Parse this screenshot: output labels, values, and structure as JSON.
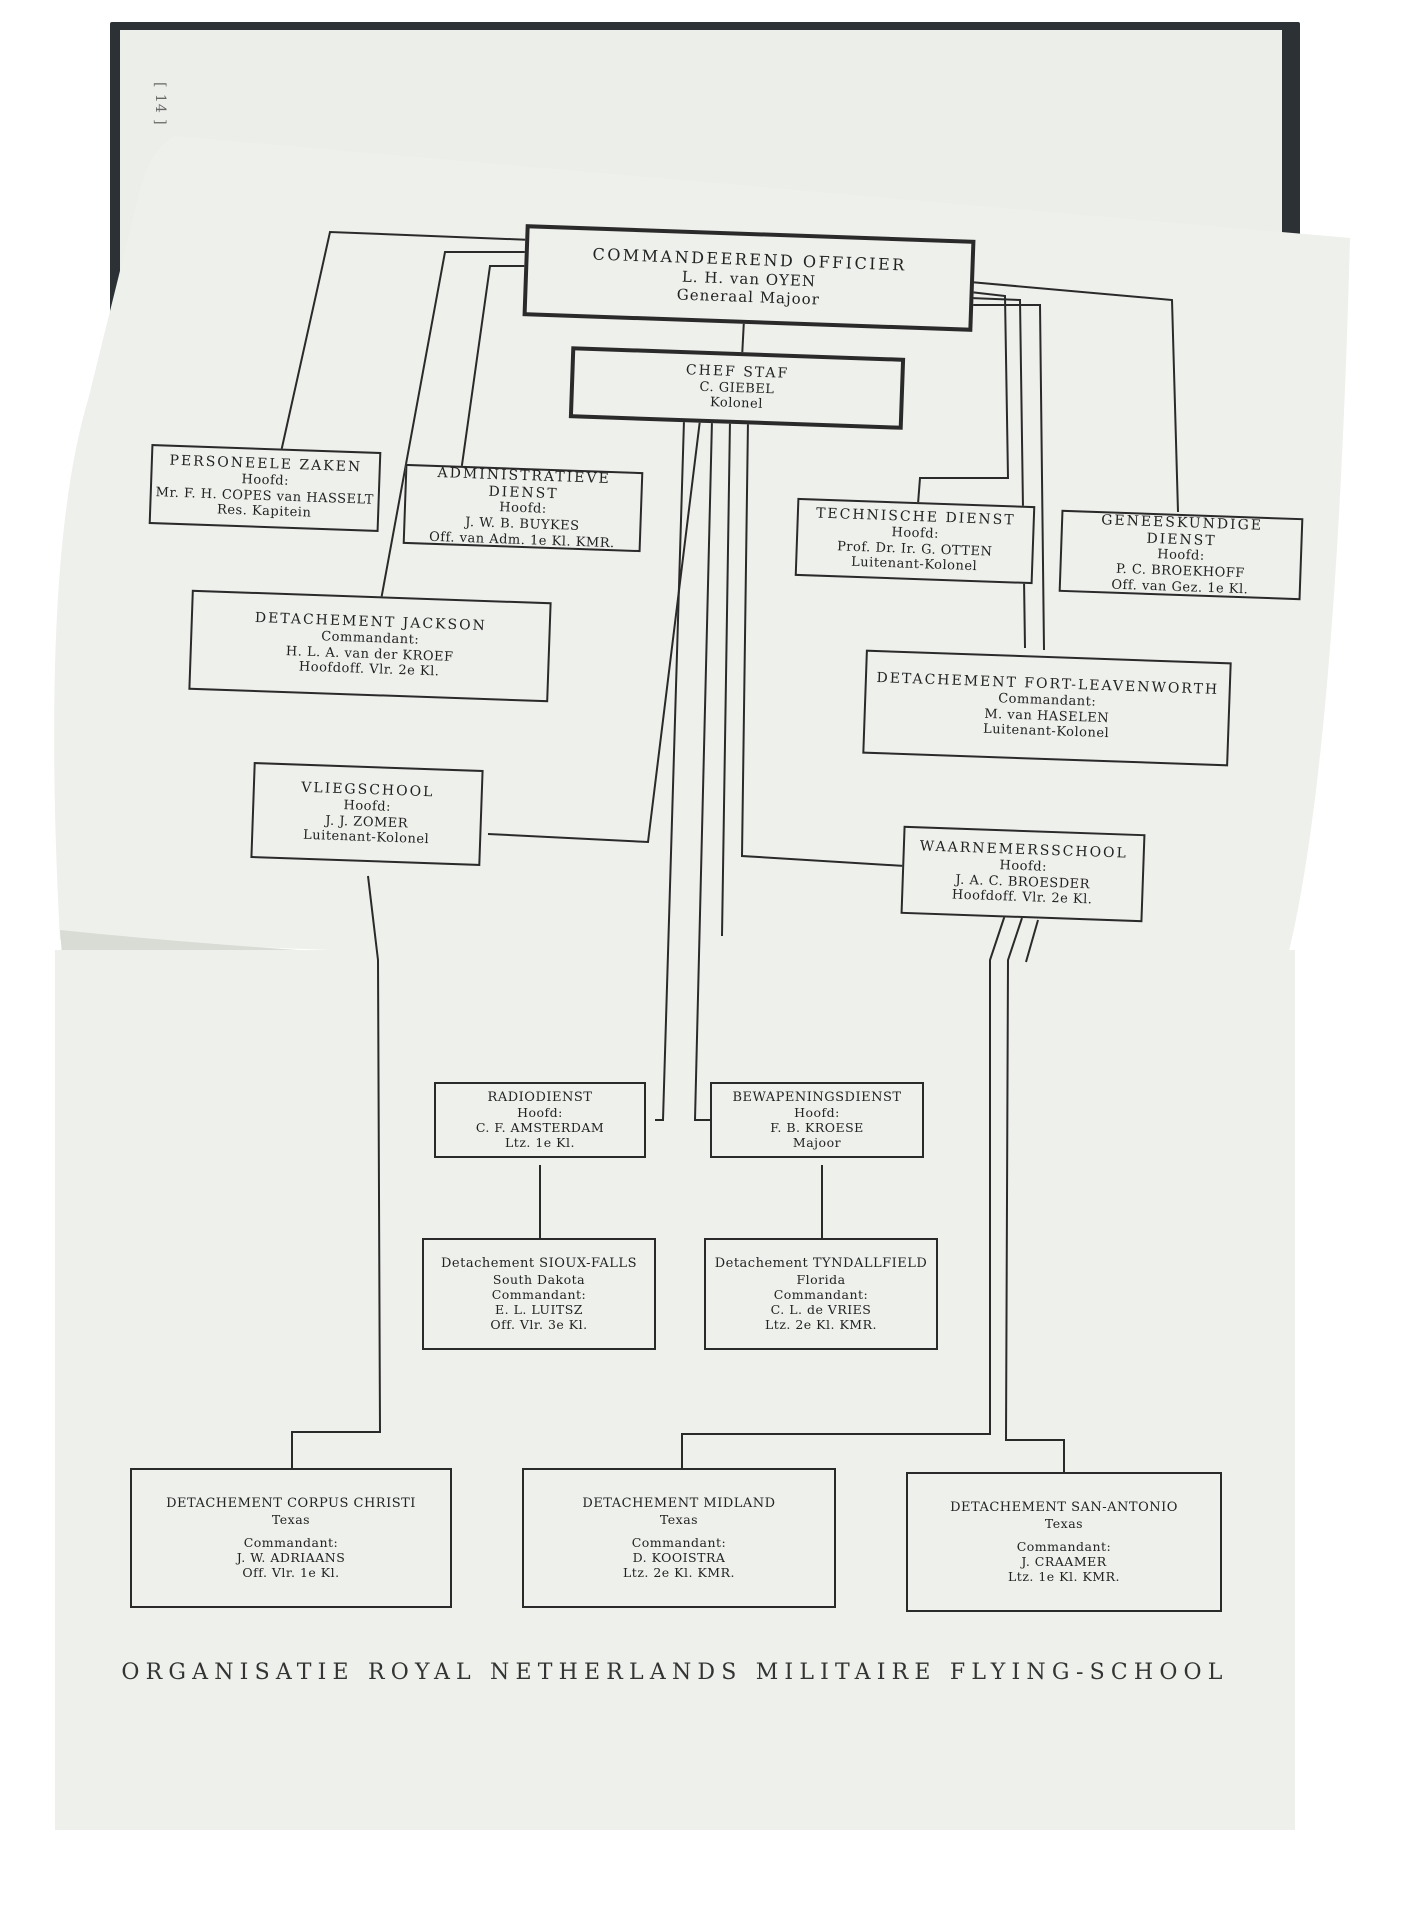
{
  "page_number": "[ 14 ]",
  "footer_title": "ORGANISATIE ROYAL NETHERLANDS MILITAIRE FLYING-SCHOOL",
  "colors": {
    "paper": "#eef0ec",
    "line": "#2a2a2a",
    "cover": "#2b3135"
  },
  "nodes": {
    "commandeerend": {
      "title": "COMMANDEEREND OFFICIER",
      "lines": [
        "L. H. van OYEN",
        "Generaal Majoor"
      ]
    },
    "chef_staf": {
      "title": "CHEF STAF",
      "lines": [
        "C. GIEBEL",
        "Kolonel"
      ]
    },
    "personeele_zaken": {
      "title": "PERSONEELE ZAKEN",
      "lines": [
        "Hoofd:",
        "Mr. F. H. COPES van HASSELT",
        "Res. Kapitein"
      ]
    },
    "administratieve_dienst": {
      "title": "ADMINISTRATIEVE DIENST",
      "lines": [
        "Hoofd:",
        "J. W. B. BUYKES",
        "Off. van Adm. 1e Kl. KMR."
      ]
    },
    "technische_dienst": {
      "title": "TECHNISCHE DIENST",
      "lines": [
        "Hoofd:",
        "Prof. Dr. Ir. G. OTTEN",
        "Luitenant-Kolonel"
      ]
    },
    "geneeskundige_dienst": {
      "title": "GENEESKUNDIGE DIENST",
      "lines": [
        "Hoofd:",
        "P. C. BROEKHOFF",
        "Off. van Gez. 1e Kl."
      ]
    },
    "det_jackson": {
      "title": "DETACHEMENT JACKSON",
      "lines": [
        "Commandant:",
        "H. L. A. van der KROEF",
        "Hoofdoff. Vlr. 2e Kl."
      ]
    },
    "det_fort_leavenworth": {
      "title": "DETACHEMENT FORT-LEAVENWORTH",
      "lines": [
        "Commandant:",
        "M. van HASELEN",
        "Luitenant-Kolonel"
      ]
    },
    "vliegschool": {
      "title": "VLIEGSCHOOL",
      "lines": [
        "Hoofd:",
        "J. J. ZOMER",
        "Luitenant-Kolonel"
      ]
    },
    "waarnemersschool": {
      "title": "WAARNEMERSSCHOOL",
      "lines": [
        "Hoofd:",
        "J. A. C. BROESDER",
        "Hoofdoff. Vlr. 2e Kl."
      ]
    },
    "radiodienst": {
      "title": "RADIODIENST",
      "lines": [
        "Hoofd:",
        "C. F. AMSTERDAM",
        "Ltz. 1e Kl."
      ]
    },
    "bewapeningsdienst": {
      "title": "BEWAPENINGSDIENST",
      "lines": [
        "Hoofd:",
        "F. B. KROESE",
        "Majoor"
      ]
    },
    "det_sioux_falls": {
      "title": "Detachement SIOUX-FALLS",
      "lines": [
        "South Dakota",
        "Commandant:",
        "E. L. LUITSZ",
        "Off. Vlr. 3e Kl."
      ]
    },
    "det_tyndallfield": {
      "title": "Detachement TYNDALLFIELD",
      "lines": [
        "Florida",
        "Commandant:",
        "C. L. de VRIES",
        "Ltz. 2e Kl. KMR."
      ]
    },
    "det_corpus_christi": {
      "title": "DETACHEMENT CORPUS CHRISTI",
      "lines": [
        "Texas",
        "",
        "Commandant:",
        "J. W. ADRIAANS",
        "Off. Vlr. 1e Kl."
      ]
    },
    "det_midland": {
      "title": "DETACHEMENT MIDLAND",
      "lines": [
        "Texas",
        "",
        "Commandant:",
        "D. KOOISTRA",
        "Ltz. 2e Kl. KMR."
      ]
    },
    "det_san_antonio": {
      "title": "DETACHEMENT SAN-ANTONIO",
      "lines": [
        "Texas",
        "",
        "Commandant:",
        "J. CRAAMER",
        "Ltz. 1e Kl. KMR."
      ]
    }
  },
  "edges": [
    [
      "commandeerend",
      "chef_staf"
    ],
    [
      "commandeerend",
      "personeele_zaken"
    ],
    [
      "commandeerend",
      "administratieve_dienst"
    ],
    [
      "commandeerend",
      "det_jackson"
    ],
    [
      "commandeerend",
      "technische_dienst"
    ],
    [
      "commandeerend",
      "geneeskundige_dienst"
    ],
    [
      "commandeerend",
      "det_fort_leavenworth"
    ],
    [
      "chef_staf",
      "vliegschool"
    ],
    [
      "chef_staf",
      "waarnemersschool"
    ],
    [
      "chef_staf",
      "radiodienst"
    ],
    [
      "chef_staf",
      "bewapeningsdienst"
    ],
    [
      "radiodienst",
      "det_sioux_falls"
    ],
    [
      "bewapeningsdienst",
      "det_tyndallfield"
    ],
    [
      "vliegschool",
      "det_corpus_christi"
    ],
    [
      "waarnemersschool",
      "det_midland"
    ],
    [
      "waarnemersschool",
      "det_san_antonio"
    ]
  ]
}
